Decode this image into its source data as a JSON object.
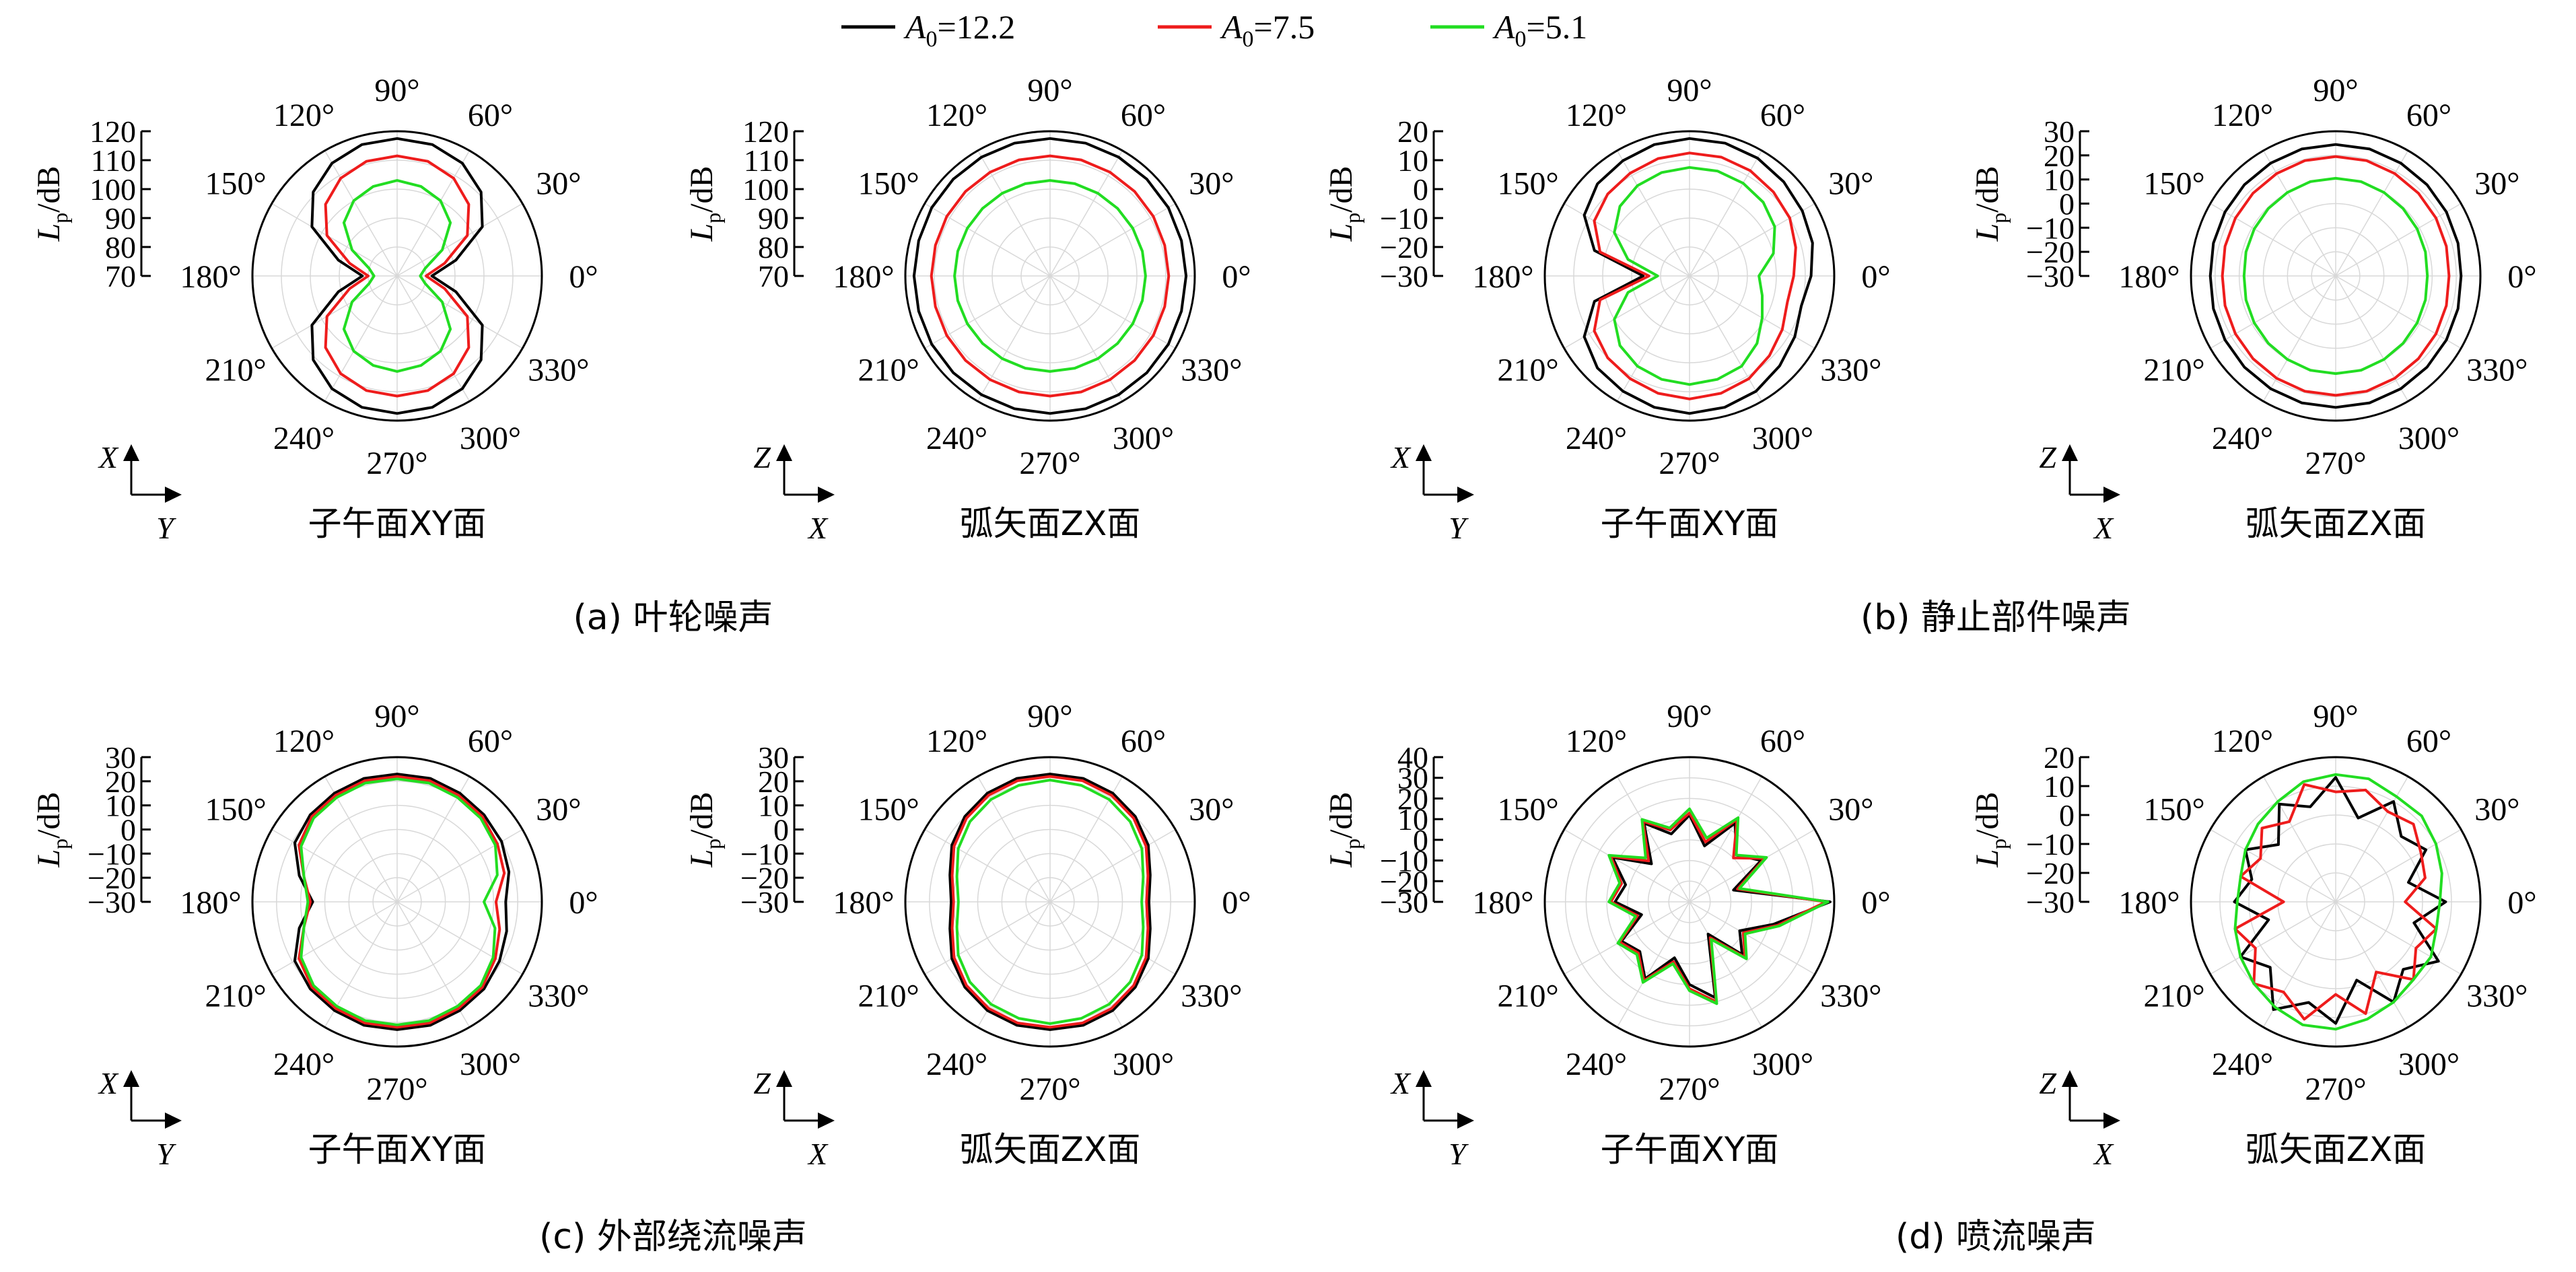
{
  "legend": {
    "items": [
      {
        "symbol": "A",
        "subscript": "0",
        "value": "=12.2",
        "color": "#000000"
      },
      {
        "symbol": "A",
        "subscript": "0",
        "value": "=7.5",
        "color": "#ee1c1c"
      },
      {
        "symbol": "A",
        "subscript": "0",
        "value": "=5.1",
        "color": "#22dd22"
      }
    ]
  },
  "axis_label": {
    "symbol": "L",
    "subscript": "p",
    "unit": "/dB"
  },
  "angle_labels": [
    "90°",
    "60°",
    "30°",
    "0°",
    "330°",
    "300°",
    "270°",
    "240°",
    "210°",
    "180°",
    "150°",
    "120°"
  ],
  "captions": [
    "(a) 叶轮噪声",
    "(b) 静止部件噪声",
    "(c) 外部绕流噪声",
    "(d) 喷流噪声"
  ],
  "chart_data": [
    {
      "type": "polar",
      "id": "a-xy",
      "plane_label": "子午面XY面",
      "coord": [
        "X",
        "Y"
      ],
      "r_ticks": [
        70,
        80,
        90,
        100,
        110,
        120
      ],
      "rlim": [
        70,
        120
      ],
      "theta_deg": [
        0,
        15,
        30,
        45,
        60,
        75,
        90,
        105,
        120,
        135,
        150,
        165,
        180,
        195,
        210,
        225,
        240,
        255,
        270,
        285,
        300,
        315,
        330,
        345
      ],
      "series": [
        {
          "name": "A0=12.2",
          "color": "#000000",
          "values": [
            82,
            91,
            104,
            111,
            115,
            117,
            117.5,
            117,
            115,
            111,
            104,
            91,
            82,
            91,
            104,
            111,
            115,
            117,
            117.5,
            117,
            115,
            111,
            104,
            91
          ]
        },
        {
          "name": "A0=7.5",
          "color": "#ee1c1c",
          "values": [
            80,
            87,
            98,
            105,
            109,
            111,
            111.5,
            111,
            109,
            105,
            98,
            87,
            80,
            87,
            98,
            105,
            109,
            111,
            111.5,
            111,
            109,
            105,
            98,
            87
          ]
        },
        {
          "name": "A0=5.1",
          "color": "#22dd22",
          "values": [
            78,
            80,
            88,
            96,
            100,
            102,
            103,
            102,
            100,
            96,
            88,
            80,
            78,
            80,
            88,
            96,
            100,
            102,
            103,
            102,
            100,
            96,
            88,
            80
          ]
        }
      ]
    },
    {
      "type": "polar",
      "id": "a-zx",
      "plane_label": "弧矢面ZX面",
      "coord": [
        "Z",
        "X"
      ],
      "r_ticks": [
        70,
        80,
        90,
        100,
        110,
        120
      ],
      "rlim": [
        70,
        120
      ],
      "theta_deg": [
        0,
        15,
        30,
        45,
        60,
        75,
        90,
        105,
        120,
        135,
        150,
        165,
        180,
        195,
        210,
        225,
        240,
        255,
        270,
        285,
        300,
        315,
        330,
        345
      ],
      "series": [
        {
          "name": "A0=12.2",
          "color": "#000000",
          "values": [
            117,
            117,
            117.2,
            117.3,
            117.4,
            117.5,
            117.5,
            117.5,
            117.4,
            117.3,
            117.2,
            117,
            117,
            117,
            117.2,
            117.3,
            117.4,
            117.5,
            117.5,
            117.5,
            117.4,
            117.3,
            117.2,
            117
          ]
        },
        {
          "name": "A0=7.5",
          "color": "#ee1c1c",
          "values": [
            111,
            111,
            111.2,
            111.3,
            111.4,
            111.5,
            111.5,
            111.5,
            111.4,
            111.3,
            111.2,
            111,
            111,
            111,
            111.2,
            111.3,
            111.4,
            111.5,
            111.5,
            111.5,
            111.4,
            111.3,
            111.2,
            111
          ]
        },
        {
          "name": "A0=5.1",
          "color": "#22dd22",
          "values": [
            103,
            103,
            103,
            103,
            103,
            103,
            103,
            103,
            103,
            103,
            103,
            103,
            103,
            103,
            103,
            103,
            103,
            103,
            103,
            103,
            103,
            103,
            103,
            103
          ]
        }
      ]
    },
    {
      "type": "polar",
      "id": "b-xy",
      "plane_label": "子午面XY面",
      "coord": [
        "X",
        "Y"
      ],
      "r_ticks": [
        -30,
        -20,
        -10,
        0,
        10,
        20
      ],
      "rlim": [
        -30,
        20
      ],
      "theta_deg": [
        0,
        15,
        30,
        45,
        60,
        75,
        90,
        105,
        120,
        135,
        150,
        165,
        180,
        195,
        210,
        225,
        240,
        255,
        270,
        285,
        300,
        315,
        330,
        345
      ],
      "series": [
        {
          "name": "A0=12.2",
          "color": "#000000",
          "values": [
            12,
            14,
            15,
            16,
            17,
            17.5,
            17.5,
            17,
            16,
            15,
            12,
            4,
            -14,
            4,
            12,
            15,
            16,
            17,
            17.5,
            17,
            16,
            14,
            12,
            10
          ]
        },
        {
          "name": "A0=7.5",
          "color": "#ee1c1c",
          "values": [
            6,
            8,
            10,
            11,
            12,
            12.5,
            12.5,
            12,
            11,
            10,
            8,
            2,
            -16,
            2,
            8,
            10,
            11,
            12,
            12.5,
            12,
            11,
            9,
            7,
            5
          ]
        },
        {
          "name": "A0=5.1",
          "color": "#22dd22",
          "values": [
            -6,
            0,
            4,
            6,
            7,
            7.5,
            7.5,
            7,
            6,
            4,
            0,
            -8,
            -19,
            -8,
            0,
            4,
            6,
            7,
            7.5,
            7,
            6,
            3,
            -1,
            -4
          ]
        }
      ]
    },
    {
      "type": "polar",
      "id": "b-zx",
      "plane_label": "弧矢面ZX面",
      "coord": [
        "Z",
        "X"
      ],
      "r_ticks": [
        -30,
        -20,
        -10,
        0,
        10,
        20,
        30
      ],
      "rlim": [
        -30,
        30
      ],
      "theta_deg": [
        0,
        15,
        30,
        45,
        60,
        75,
        90,
        105,
        120,
        135,
        150,
        165,
        180,
        195,
        210,
        225,
        240,
        255,
        270,
        285,
        300,
        315,
        330,
        345
      ],
      "series": [
        {
          "name": "A0=12.2",
          "color": "#000000",
          "values": [
            22,
            22.5,
            23,
            23.5,
            24,
            24.5,
            24.5,
            24.5,
            24,
            23.5,
            23,
            22.5,
            22,
            22.5,
            23,
            23.5,
            24,
            24.5,
            24.5,
            24.5,
            24,
            23.5,
            23,
            22.5
          ]
        },
        {
          "name": "A0=7.5",
          "color": "#ee1c1c",
          "values": [
            17,
            17.5,
            18,
            18.5,
            19,
            19.5,
            19.5,
            19.5,
            19,
            18.5,
            18,
            17.5,
            17,
            17.5,
            18,
            18.5,
            19,
            19.5,
            19.5,
            19.5,
            19,
            18.5,
            18,
            17.5
          ]
        },
        {
          "name": "A0=5.1",
          "color": "#22dd22",
          "values": [
            8,
            8.5,
            9,
            9.5,
            10,
            10.5,
            10.5,
            10.5,
            10,
            9.5,
            9,
            8.5,
            8,
            8.5,
            9,
            9.5,
            10,
            10.5,
            10.5,
            10.5,
            10,
            9.5,
            9,
            8.5
          ]
        }
      ]
    },
    {
      "type": "polar",
      "id": "c-xy",
      "plane_label": "子午面XY面",
      "coord": [
        "X",
        "Y"
      ],
      "r_ticks": [
        -30,
        -20,
        -10,
        0,
        10,
        20,
        30
      ],
      "rlim": [
        -30,
        30
      ],
      "theta_deg": [
        0,
        15,
        30,
        45,
        60,
        75,
        90,
        105,
        120,
        135,
        150,
        165,
        180,
        195,
        210,
        225,
        240,
        255,
        270,
        285,
        300,
        315,
        330,
        345
      ],
      "series": [
        {
          "name": "A0=12.2",
          "color": "#000000",
          "values": [
            15,
            18,
            20,
            21,
            22,
            23,
            23,
            23,
            22,
            21,
            19,
            12,
            5,
            12,
            19,
            21,
            22,
            23,
            23,
            23,
            22,
            21,
            19,
            17
          ]
        },
        {
          "name": "A0=7.5",
          "color": "#ee1c1c",
          "values": [
            11,
            16,
            18,
            20,
            21,
            22,
            22,
            22,
            21,
            20,
            17,
            10,
            6,
            10,
            17,
            20,
            21,
            22,
            22,
            22,
            21,
            20,
            17,
            14
          ]
        },
        {
          "name": "A0=5.1",
          "color": "#22dd22",
          "values": [
            6,
            13,
            17,
            19,
            20,
            21,
            21,
            21,
            20,
            19,
            16,
            10,
            7,
            10,
            16,
            19,
            20,
            21,
            21,
            21,
            20,
            19,
            16,
            12
          ]
        }
      ]
    },
    {
      "type": "polar",
      "id": "c-zx",
      "plane_label": "弧矢面ZX面",
      "coord": [
        "Z",
        "X"
      ],
      "r_ticks": [
        -30,
        -20,
        -10,
        0,
        10,
        20,
        30
      ],
      "rlim": [
        -30,
        30
      ],
      "theta_deg": [
        0,
        15,
        30,
        45,
        60,
        75,
        90,
        105,
        120,
        135,
        150,
        165,
        180,
        195,
        210,
        225,
        240,
        255,
        270,
        285,
        300,
        315,
        330,
        345
      ],
      "series": [
        {
          "name": "A0=12.2",
          "color": "#000000",
          "values": [
            11,
            13,
            17,
            20,
            22,
            23,
            23,
            23,
            22,
            20,
            17,
            13,
            11,
            13,
            17,
            20,
            22,
            23,
            23,
            23,
            22,
            20,
            17,
            13
          ]
        },
        {
          "name": "A0=7.5",
          "color": "#ee1c1c",
          "values": [
            10,
            12,
            16,
            19,
            21,
            22,
            22,
            22,
            21,
            19,
            16,
            12,
            10,
            12,
            16,
            19,
            21,
            22,
            22,
            22,
            21,
            19,
            16,
            12
          ]
        },
        {
          "name": "A0=5.1",
          "color": "#22dd22",
          "values": [
            8,
            10,
            14,
            17,
            19,
            20,
            20.5,
            20,
            19,
            17,
            14,
            10,
            8,
            10,
            14,
            17,
            19,
            20,
            20.5,
            20,
            19,
            17,
            14,
            10
          ]
        }
      ]
    },
    {
      "type": "polar",
      "id": "d-xy",
      "plane_label": "子午面XY面",
      "coord": [
        "X",
        "Y"
      ],
      "r_ticks": [
        -30,
        -20,
        -10,
        0,
        10,
        20,
        30,
        40
      ],
      "rlim": [
        -30,
        40
      ],
      "theta_deg": [
        0,
        15,
        30,
        45,
        60,
        75,
        90,
        105,
        120,
        135,
        150,
        165,
        180,
        195,
        210,
        225,
        240,
        255,
        270,
        285,
        300,
        315,
        330,
        345
      ],
      "series": [
        {
          "name": "A0=12.2",
          "color": "#000000",
          "values": [
            38,
            -8,
            10,
            2,
            14,
            -2,
            12,
            4,
            14,
            -4,
            13,
            2,
            6,
            -6,
            8,
            4,
            13,
            -2,
            10,
            18,
            -12,
            6,
            -2,
            12
          ]
        },
        {
          "name": "A0=7.5",
          "color": "#ee1c1c",
          "values": [
            36,
            -6,
            12,
            0,
            16,
            0,
            13,
            6,
            15,
            -2,
            14,
            4,
            8,
            -4,
            9,
            5,
            14,
            0,
            12,
            20,
            -10,
            8,
            0,
            14
          ]
        },
        {
          "name": "A0=5.1",
          "color": "#22dd22",
          "values": [
            37,
            -5,
            13,
            2,
            17,
            2,
            15,
            7,
            16,
            0,
            15,
            5,
            9,
            -3,
            10,
            6,
            15,
            1,
            13,
            21,
            -9,
            9,
            1,
            15
          ]
        }
      ]
    },
    {
      "type": "polar",
      "id": "d-zx",
      "plane_label": "弧矢面ZX面",
      "coord": [
        "Z",
        "X"
      ],
      "r_ticks": [
        -30,
        -20,
        -10,
        0,
        10,
        20
      ],
      "rlim": [
        -30,
        20
      ],
      "theta_deg": [
        0,
        15,
        30,
        45,
        60,
        75,
        90,
        105,
        120,
        135,
        150,
        165,
        180,
        195,
        210,
        225,
        240,
        255,
        270,
        285,
        300,
        315,
        330,
        345
      ],
      "series": [
        {
          "name": "A0=12.2",
          "color": "#000000",
          "values": [
            8,
            -4,
            6,
            2,
            10,
            0,
            13,
            4,
            9,
            -2,
            6,
            0,
            5,
            -6,
            8,
            2,
            13,
            6,
            12,
            -2,
            10,
            3,
            11,
            -2
          ]
        },
        {
          "name": "A0=7.5",
          "color": "#ee1c1c",
          "values": [
            -6,
            2,
            4,
            8,
            6,
            10,
            8,
            12,
            2,
            6,
            0,
            4,
            -12,
            6,
            2,
            10,
            6,
            12,
            2,
            10,
            -2,
            8,
            2,
            6
          ]
        },
        {
          "name": "A0=5.1",
          "color": "#22dd22",
          "values": [
            6,
            8,
            10,
            12,
            12,
            14,
            14,
            13,
            10,
            8,
            6,
            4,
            4,
            6,
            8,
            10,
            12,
            14,
            14,
            12,
            10,
            8,
            8,
            6
          ]
        }
      ]
    }
  ]
}
